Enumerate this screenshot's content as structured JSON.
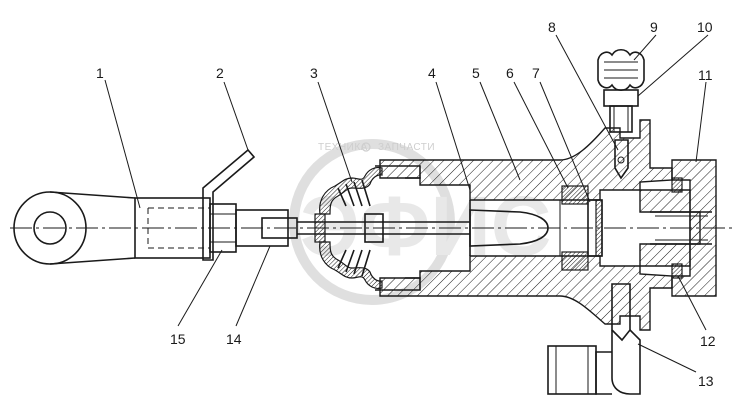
{
  "callouts": {
    "c1": "1",
    "c2": "2",
    "c3": "3",
    "c4": "4",
    "c5": "5",
    "c6": "6",
    "c7": "7",
    "c8": "8",
    "c9": "9",
    "c10": "10",
    "c11": "11",
    "c12": "12",
    "c13": "13",
    "c14": "14",
    "c15": "15"
  },
  "watermark": {
    "left": "ТЕХНИКА",
    "right": "ЗАПЧАСТИ",
    "logo": "ЭФИС"
  },
  "colors": {
    "line": "#1a1a1a",
    "watermark": "#c9c9c9",
    "background": "#ffffff"
  }
}
